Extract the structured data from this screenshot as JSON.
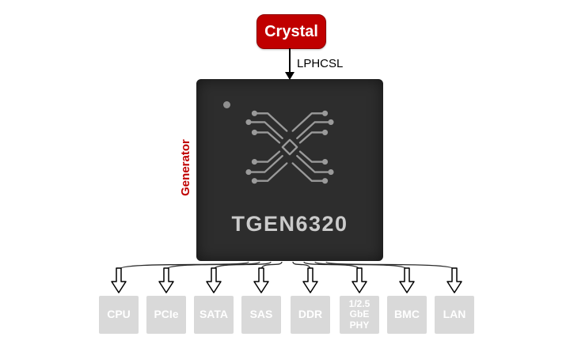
{
  "diagram": {
    "crystal_label": "Crystal",
    "interface_label": "LPHCSL",
    "chip_role": "Generator",
    "chip_name": "TGEN6320"
  },
  "outputs": [
    {
      "label": "CPU"
    },
    {
      "label": "PCIe"
    },
    {
      "label": "SATA"
    },
    {
      "label": "SAS"
    },
    {
      "label": "DDR"
    },
    {
      "label": "1/2.5 GbE PHY"
    },
    {
      "label": "BMC"
    },
    {
      "label": "LAN"
    }
  ],
  "colors": {
    "accent_red": "#c00000",
    "chip_background": "#2d2d2d",
    "output_box_gray": "#d9d9d9",
    "chip_text": "#cbcbcb"
  }
}
